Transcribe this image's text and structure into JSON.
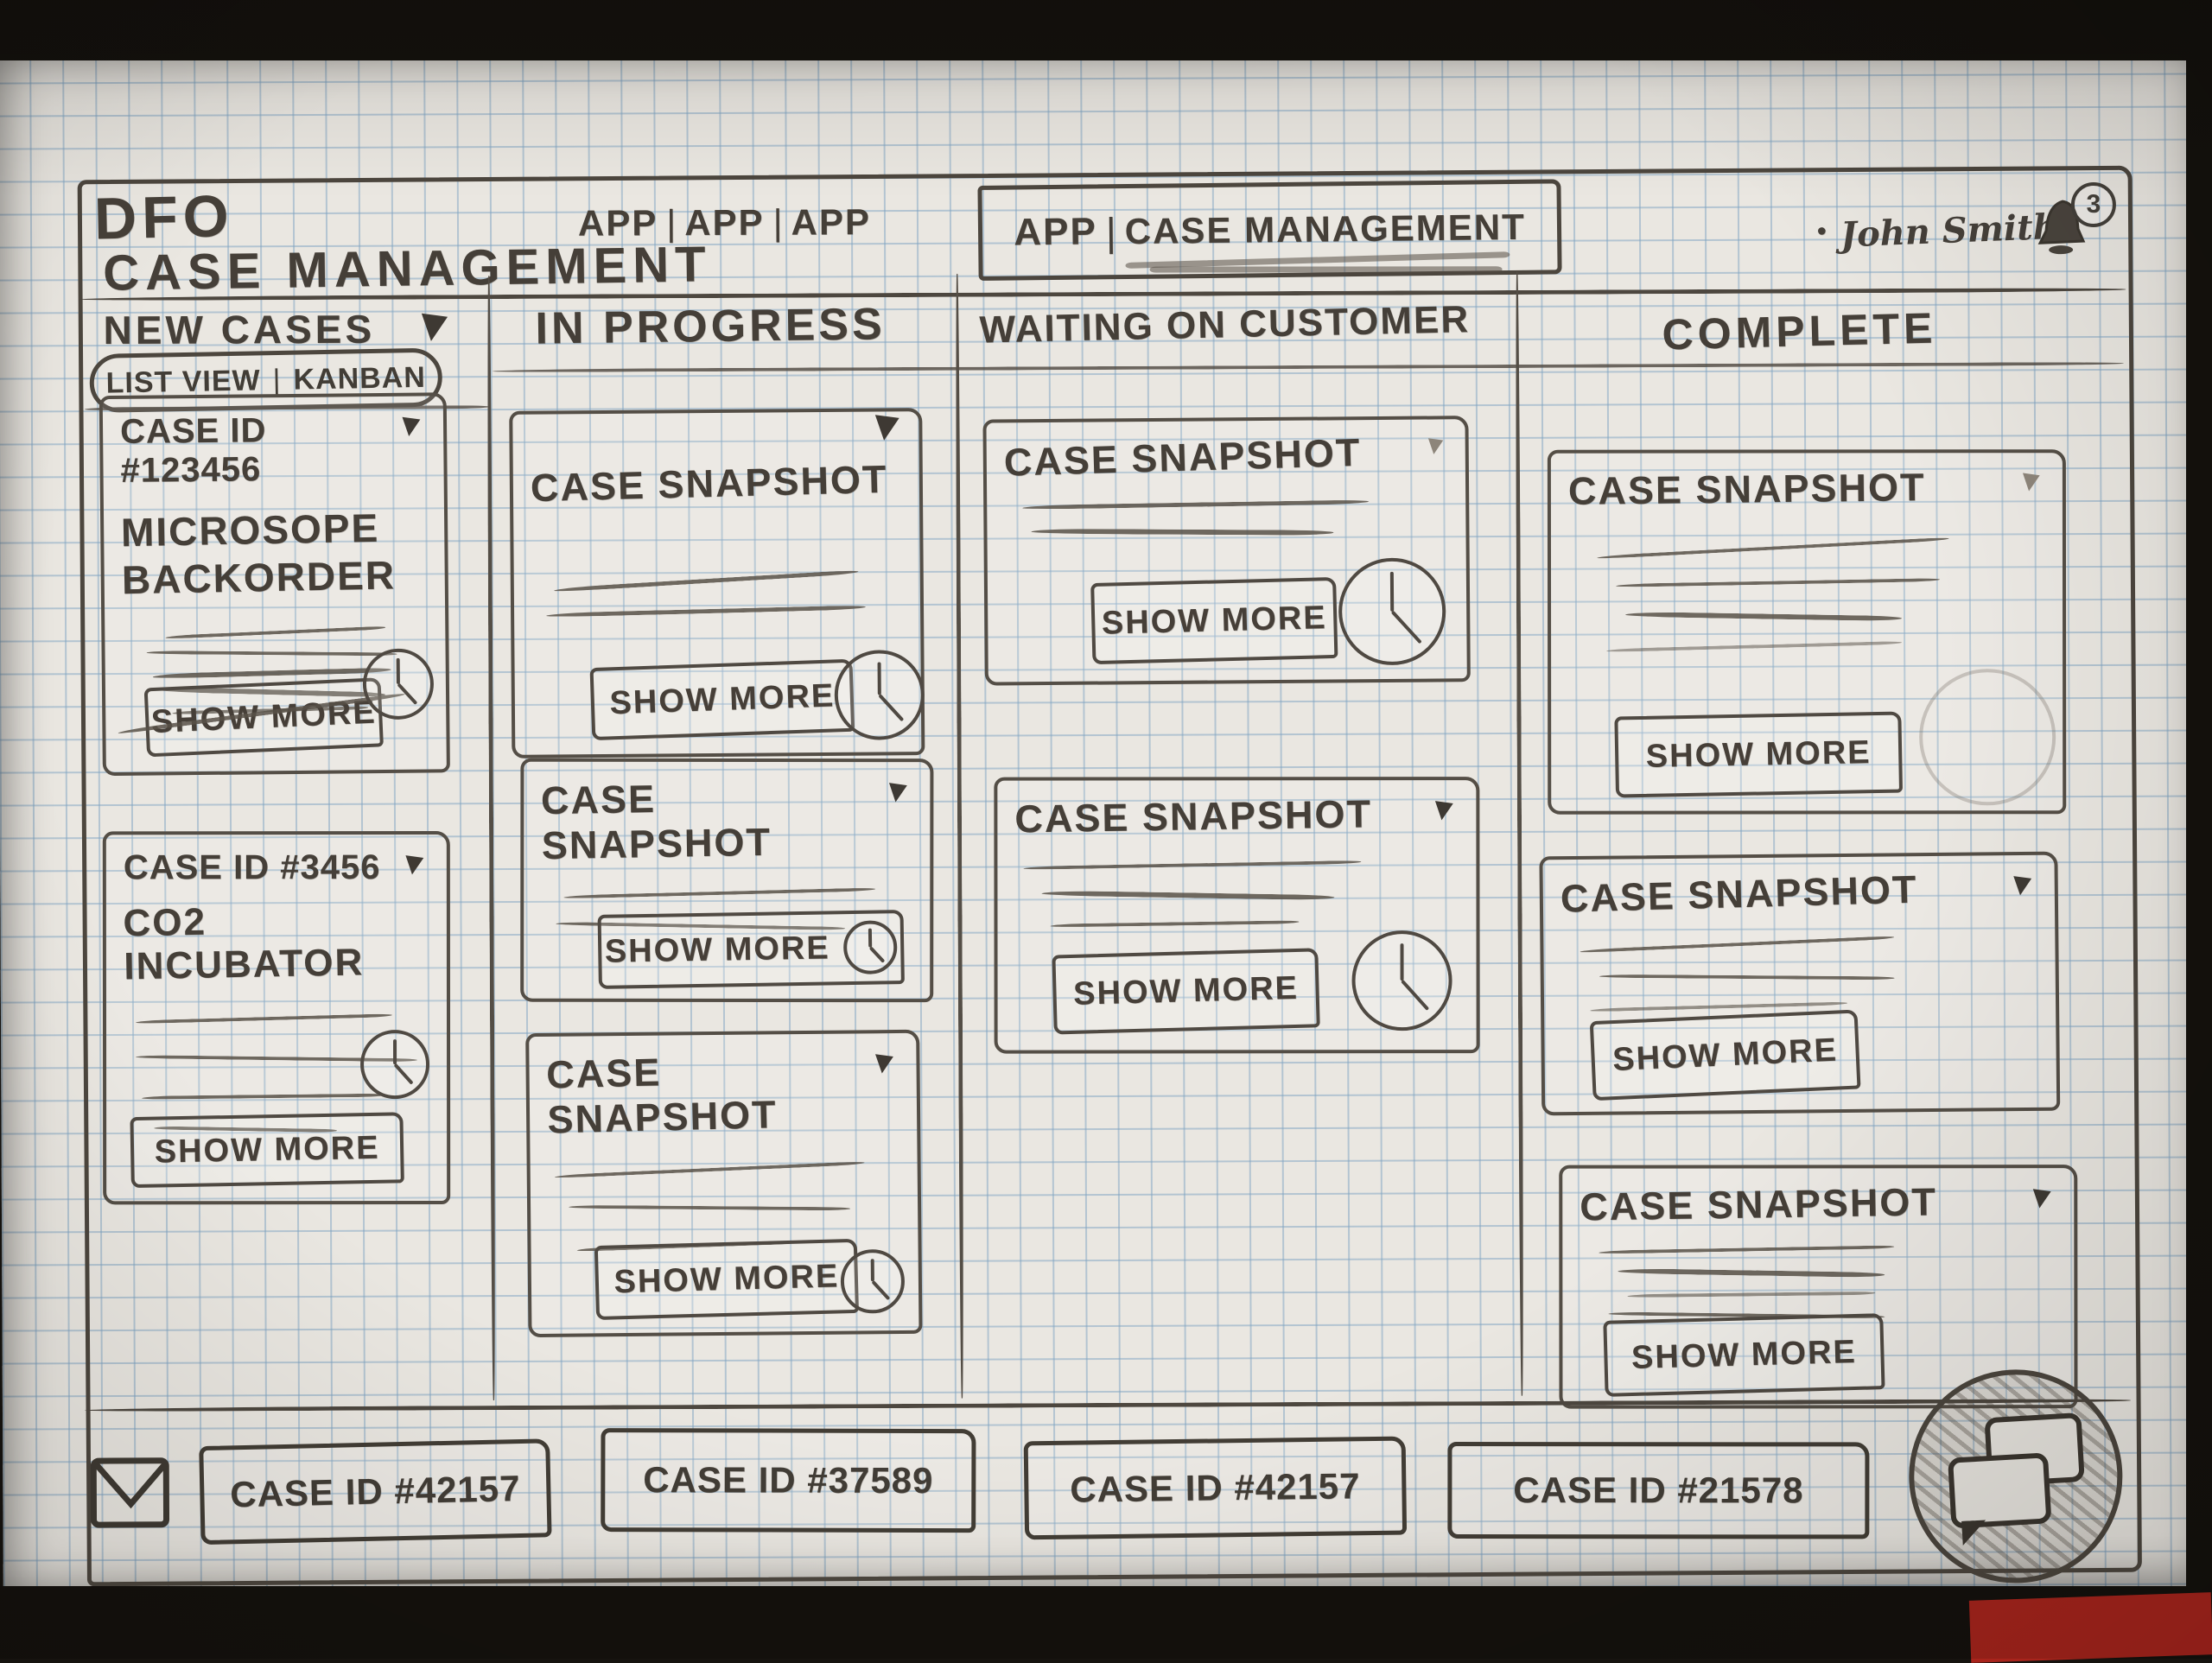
{
  "header": {
    "logo": "DFO",
    "nav": {
      "items": [
        "APP",
        "APP",
        "APP"
      ],
      "divider": "|"
    },
    "active_nav": {
      "app": "APP",
      "divider": "|",
      "label": "CASE MANAGEMENT"
    },
    "user_bullet": "•",
    "user_name": "John Smith",
    "notification_count": "3"
  },
  "page_title": "CASE MANAGEMENT",
  "view_toggle": {
    "list": "LIST VIEW",
    "divider": "|",
    "kanban": "KANBAN"
  },
  "columns": [
    {
      "title": "NEW CASES",
      "cards": [
        {
          "case_id": "CASE ID #123456",
          "title": "MICROSOPE BACKORDER",
          "show_more": "SHOW MORE"
        },
        {
          "case_id": "CASE ID #3456",
          "title": "CO2 INCUBATOR",
          "show_more": "SHOW MORE"
        }
      ]
    },
    {
      "title": "IN PROGRESS",
      "cards": [
        {
          "label": "CASE SNAPSHOT",
          "show_more": "SHOW MORE"
        },
        {
          "label": "CASE SNAPSHOT",
          "show_more": "SHOW MORE"
        },
        {
          "label": "CASE SNAPSHOT",
          "show_more": "SHOW MORE"
        }
      ]
    },
    {
      "title": "WAITING ON CUSTOMER",
      "cards": [
        {
          "label": "CASE SNAPSHOT",
          "show_more": "SHOW MORE"
        },
        {
          "label": "CASE SNAPSHOT",
          "show_more": "SHOW MORE"
        }
      ]
    },
    {
      "title": "COMPLETE",
      "cards": [
        {
          "label": "CASE SNAPSHOT",
          "show_more": "SHOW MORE"
        },
        {
          "label": "CASE SNAPSHOT",
          "show_more": "SHOW MORE"
        },
        {
          "label": "CASE SNAPSHOT",
          "show_more": "SHOW MORE"
        }
      ]
    }
  ],
  "bottom_bar": {
    "tabs": [
      "CASE ID #42157",
      "CASE ID #37589",
      "CASE ID #42157",
      "CASE ID #21578"
    ]
  },
  "colors": {
    "pencil": "#453f38",
    "grid_blue": "#7da2c1",
    "paper": "#eae7e1",
    "accent_red": "#a8241c"
  }
}
